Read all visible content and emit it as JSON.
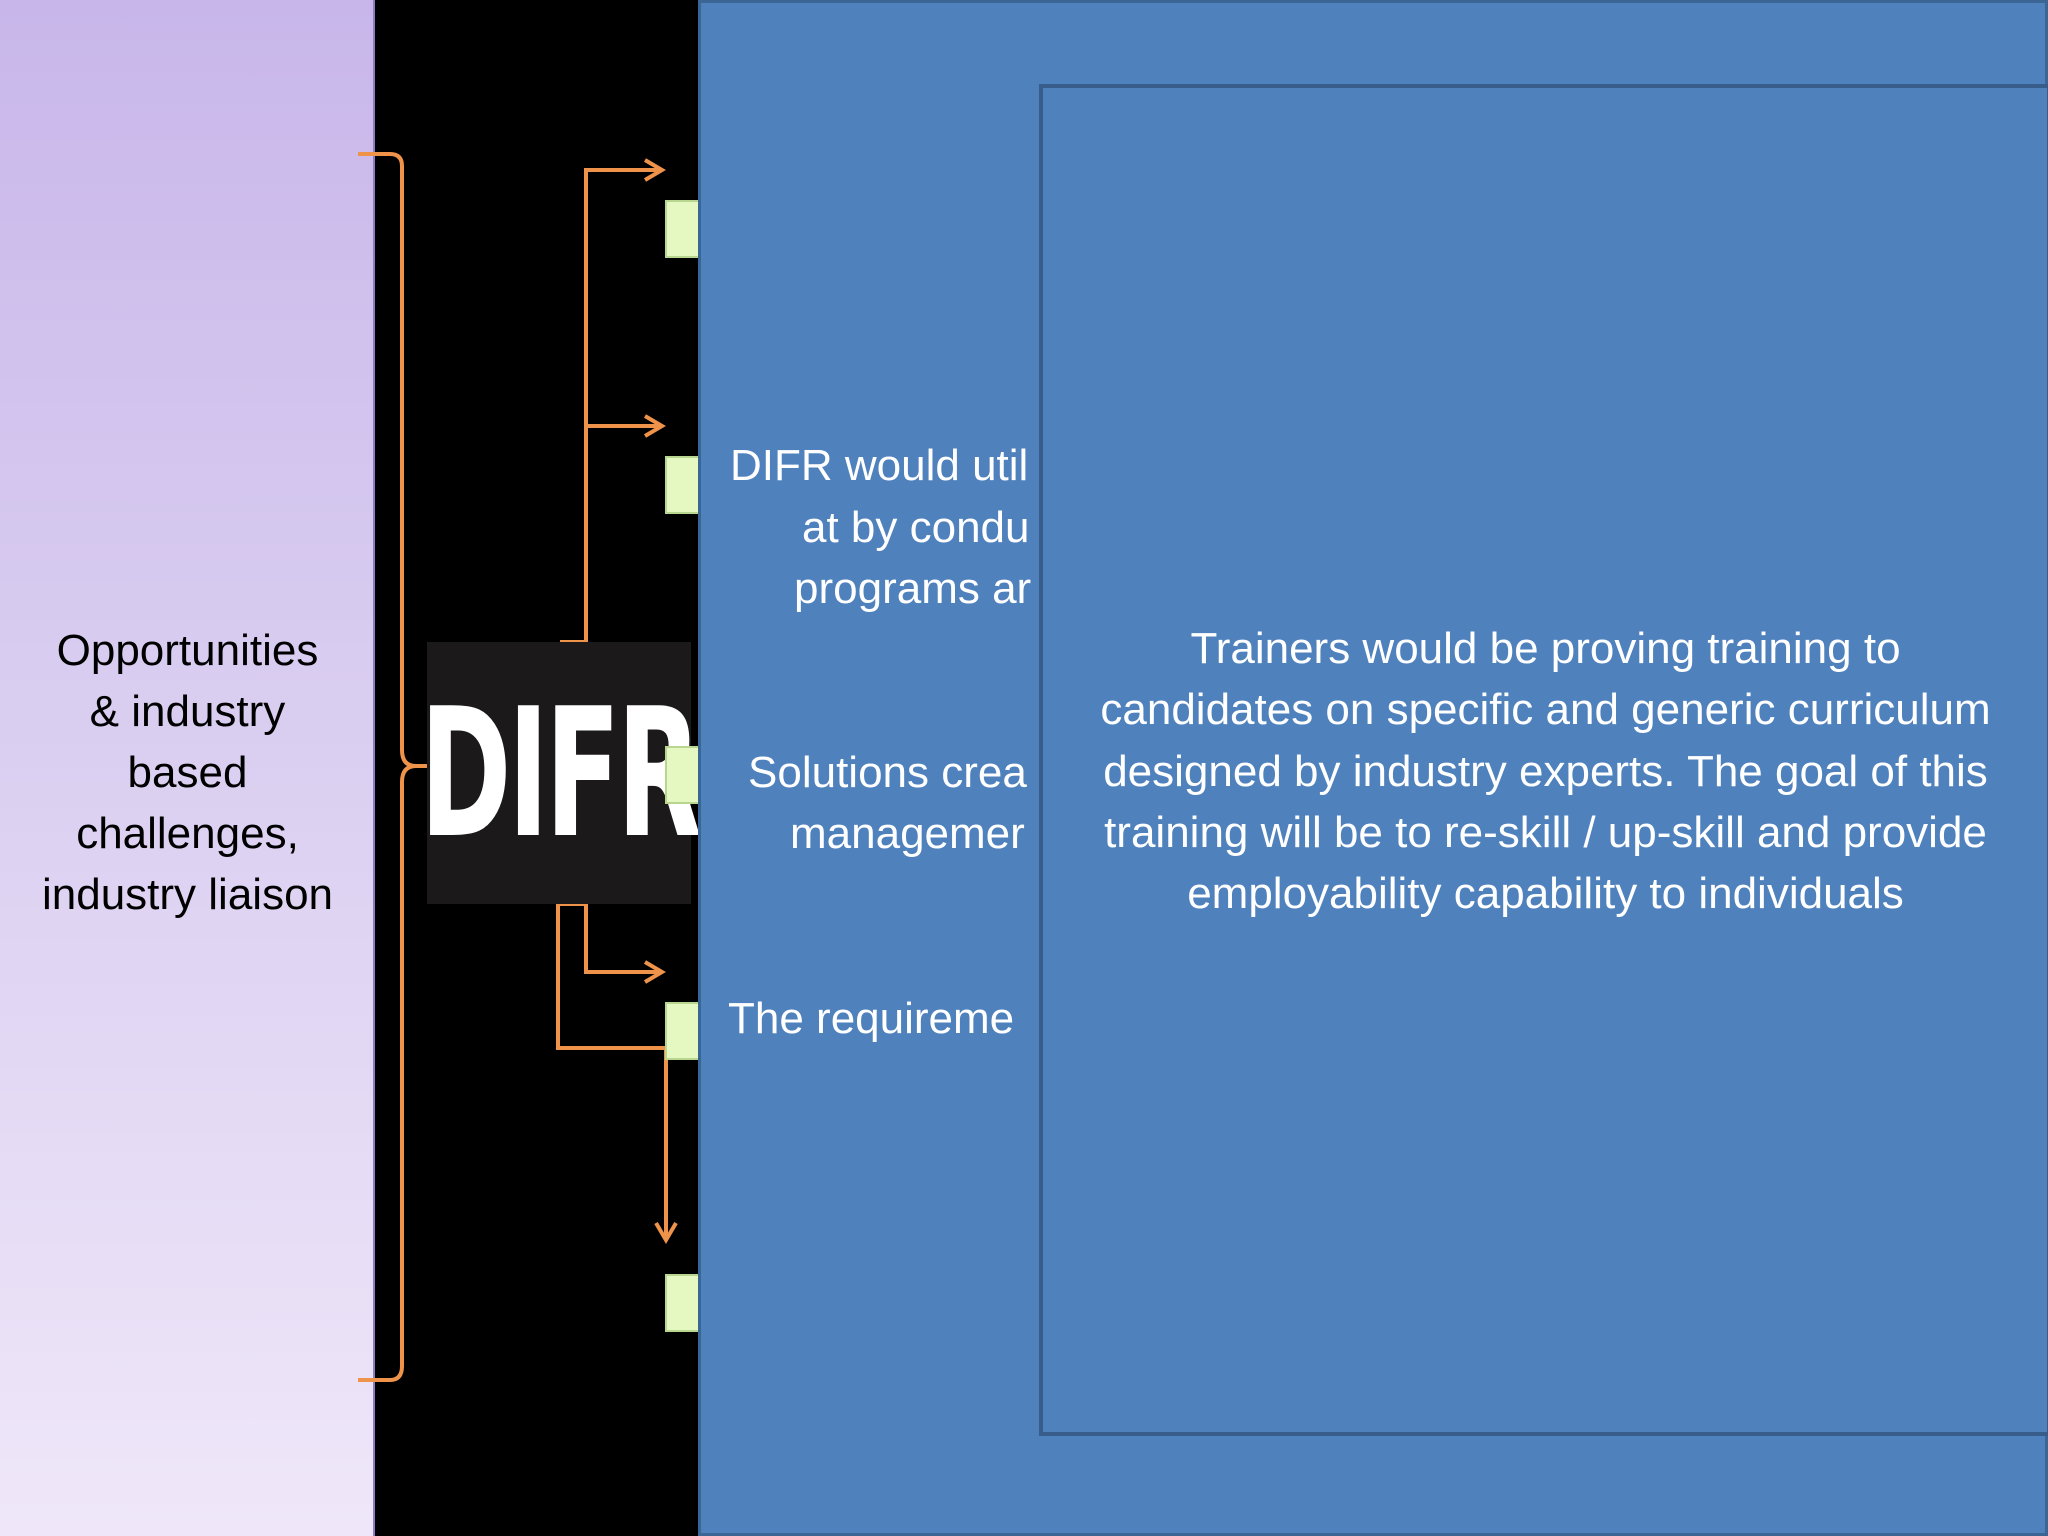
{
  "left_panel": {
    "text": "Opportunities\n& industry\nbased\nchallenges,\nindustry liaison"
  },
  "logo": {
    "text": "DIFR"
  },
  "snippets": {
    "s1_line1": "DIFR would util",
    "s1_line2": "at by condu",
    "s1_line3": "programs ar",
    "s2_line1": "Solutions crea",
    "s2_line2": "managemer",
    "s3_line1": "The requireme"
  },
  "inner_panel": {
    "text": "Trainers would be proving training to\ncandidates on specific and generic curriculum\ndesigned by industry experts. The goal of this\ntraining will be to re-skill / up-skill and provide\nemployability capability to individuals"
  },
  "colors": {
    "connector": "#f0934a",
    "main_panel": "#4f81bd",
    "left_panel_top": "#c8b6ea",
    "green_box": "#e6f8c2"
  }
}
